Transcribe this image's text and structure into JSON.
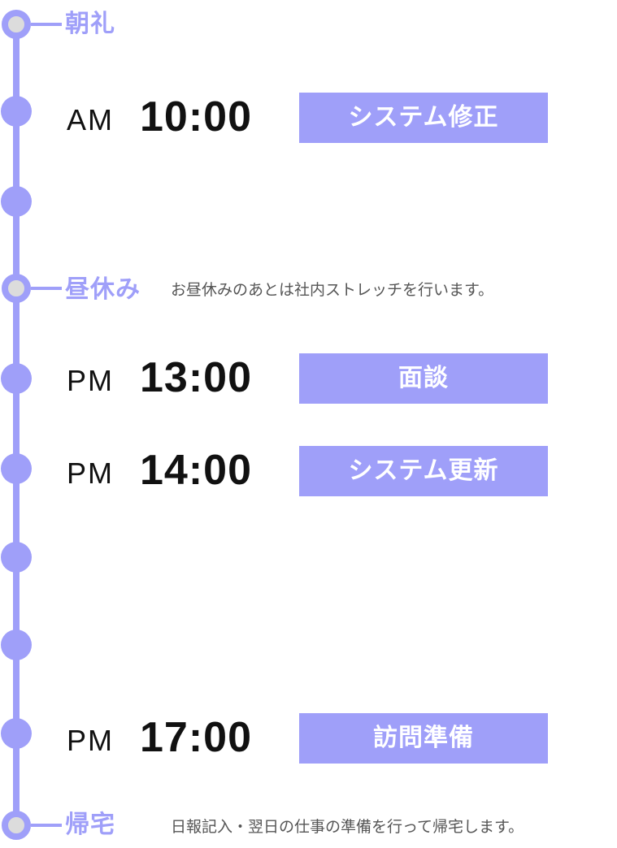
{
  "start": {
    "label": "朝礼"
  },
  "schedule_am": [
    {
      "period": "AM",
      "time": "10:00",
      "task": "システム修正"
    }
  ],
  "lunch": {
    "label": "昼休み",
    "note": "お昼休みのあとは社内ストレッチを行います。"
  },
  "schedule_pm": [
    {
      "period": "PM",
      "time": "13:00",
      "task": "面談"
    },
    {
      "period": "PM",
      "time": "14:00",
      "task": "システム更新"
    },
    {
      "period": "PM",
      "time": "17:00",
      "task": "訪問準備"
    }
  ],
  "end": {
    "label": "帰宅",
    "note": "日報記入・翌日の仕事の準備を行って帰宅します。"
  },
  "colors": {
    "accent": "#9f9ff9",
    "node_center": "#dcdcdc",
    "text": "#111111"
  }
}
